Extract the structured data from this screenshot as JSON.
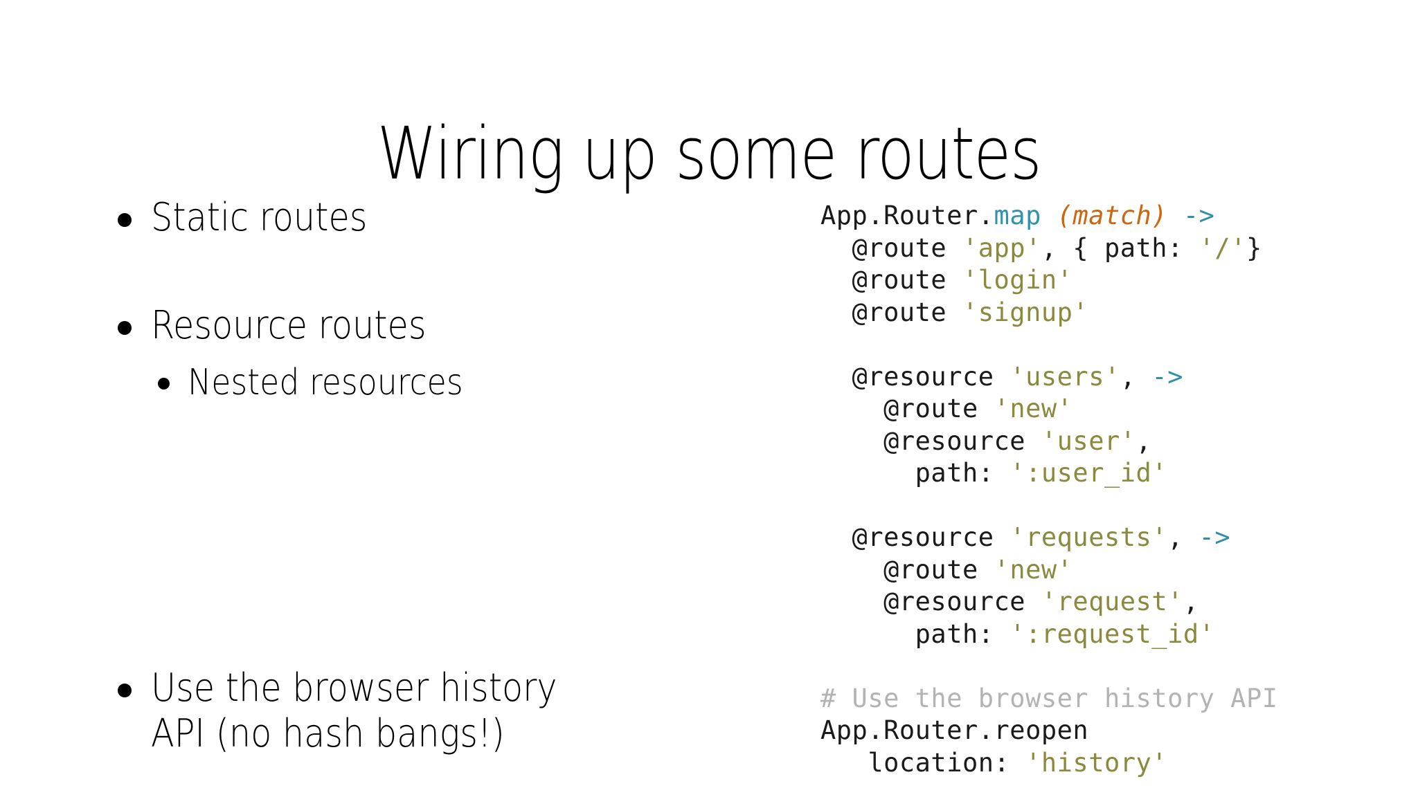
{
  "slide": {
    "title": "Wiring up some routes",
    "background_color": "#ffffff"
  },
  "bullets": [
    {
      "level": 1,
      "text": "Static routes"
    },
    {
      "level": 1,
      "text": "Resource routes"
    },
    {
      "level": 2,
      "text": "Nested resources"
    },
    {
      "level": 1,
      "text": "Use the browser history\nAPI (no hash bangs!)"
    }
  ],
  "code": {
    "language": "coffeescript",
    "colors": {
      "plain": "#1a1a1a",
      "function": "#2e92b0",
      "parameter": "#cc6611",
      "arrow": "#2e8fa8",
      "string": "#8a8a3f",
      "comment": "#b3b3b3"
    },
    "lines": [
      {
        "id": "l1",
        "tokens": [
          {
            "t": "App.Router.",
            "c": "plain"
          },
          {
            "t": "map",
            "c": "function"
          },
          {
            "t": " ",
            "c": "plain"
          },
          {
            "t": "(match)",
            "c": "parameter"
          },
          {
            "t": " ",
            "c": "plain"
          },
          {
            "t": "->",
            "c": "arrow"
          }
        ]
      },
      {
        "id": "l2",
        "tokens": [
          {
            "t": "  @route ",
            "c": "plain"
          },
          {
            "t": "'app'",
            "c": "string"
          },
          {
            "t": ", { path: ",
            "c": "plain"
          },
          {
            "t": "'/'",
            "c": "string"
          },
          {
            "t": "}",
            "c": "plain"
          }
        ]
      },
      {
        "id": "l3",
        "tokens": [
          {
            "t": "  @route ",
            "c": "plain"
          },
          {
            "t": "'login'",
            "c": "string"
          }
        ]
      },
      {
        "id": "l4",
        "tokens": [
          {
            "t": "  @route ",
            "c": "plain"
          },
          {
            "t": "'signup'",
            "c": "string"
          }
        ]
      },
      {
        "id": "l5",
        "tokens": []
      },
      {
        "id": "l6",
        "tokens": [
          {
            "t": "  @resource ",
            "c": "plain"
          },
          {
            "t": "'users'",
            "c": "string"
          },
          {
            "t": ", ",
            "c": "plain"
          },
          {
            "t": "->",
            "c": "arrow"
          }
        ]
      },
      {
        "id": "l7",
        "tokens": [
          {
            "t": "    @route ",
            "c": "plain"
          },
          {
            "t": "'new'",
            "c": "string"
          }
        ]
      },
      {
        "id": "l8",
        "tokens": [
          {
            "t": "    @resource ",
            "c": "plain"
          },
          {
            "t": "'user'",
            "c": "string"
          },
          {
            "t": ",",
            "c": "plain"
          }
        ]
      },
      {
        "id": "l9",
        "tokens": [
          {
            "t": "      path: ",
            "c": "plain"
          },
          {
            "t": "':user_id'",
            "c": "string"
          }
        ]
      },
      {
        "id": "l10",
        "tokens": []
      },
      {
        "id": "l11",
        "tokens": [
          {
            "t": "  @resource ",
            "c": "plain"
          },
          {
            "t": "'requests'",
            "c": "string"
          },
          {
            "t": ", ",
            "c": "plain"
          },
          {
            "t": "->",
            "c": "arrow"
          }
        ]
      },
      {
        "id": "l12",
        "tokens": [
          {
            "t": "    @route ",
            "c": "plain"
          },
          {
            "t": "'new'",
            "c": "string"
          }
        ]
      },
      {
        "id": "l13",
        "tokens": [
          {
            "t": "    @resource ",
            "c": "plain"
          },
          {
            "t": "'request'",
            "c": "string"
          },
          {
            "t": ",",
            "c": "plain"
          }
        ]
      },
      {
        "id": "l14",
        "tokens": [
          {
            "t": "      path: ",
            "c": "plain"
          },
          {
            "t": "':request_id'",
            "c": "string"
          }
        ]
      },
      {
        "id": "l15",
        "tokens": []
      },
      {
        "id": "l16",
        "tokens": [
          {
            "t": "# Use the browser history API",
            "c": "comment"
          }
        ]
      },
      {
        "id": "l17",
        "tokens": [
          {
            "t": "App.Router.reopen",
            "c": "plain"
          }
        ]
      },
      {
        "id": "l18",
        "tokens": [
          {
            "t": "   location: ",
            "c": "plain"
          },
          {
            "t": "'history'",
            "c": "string"
          }
        ]
      }
    ]
  }
}
